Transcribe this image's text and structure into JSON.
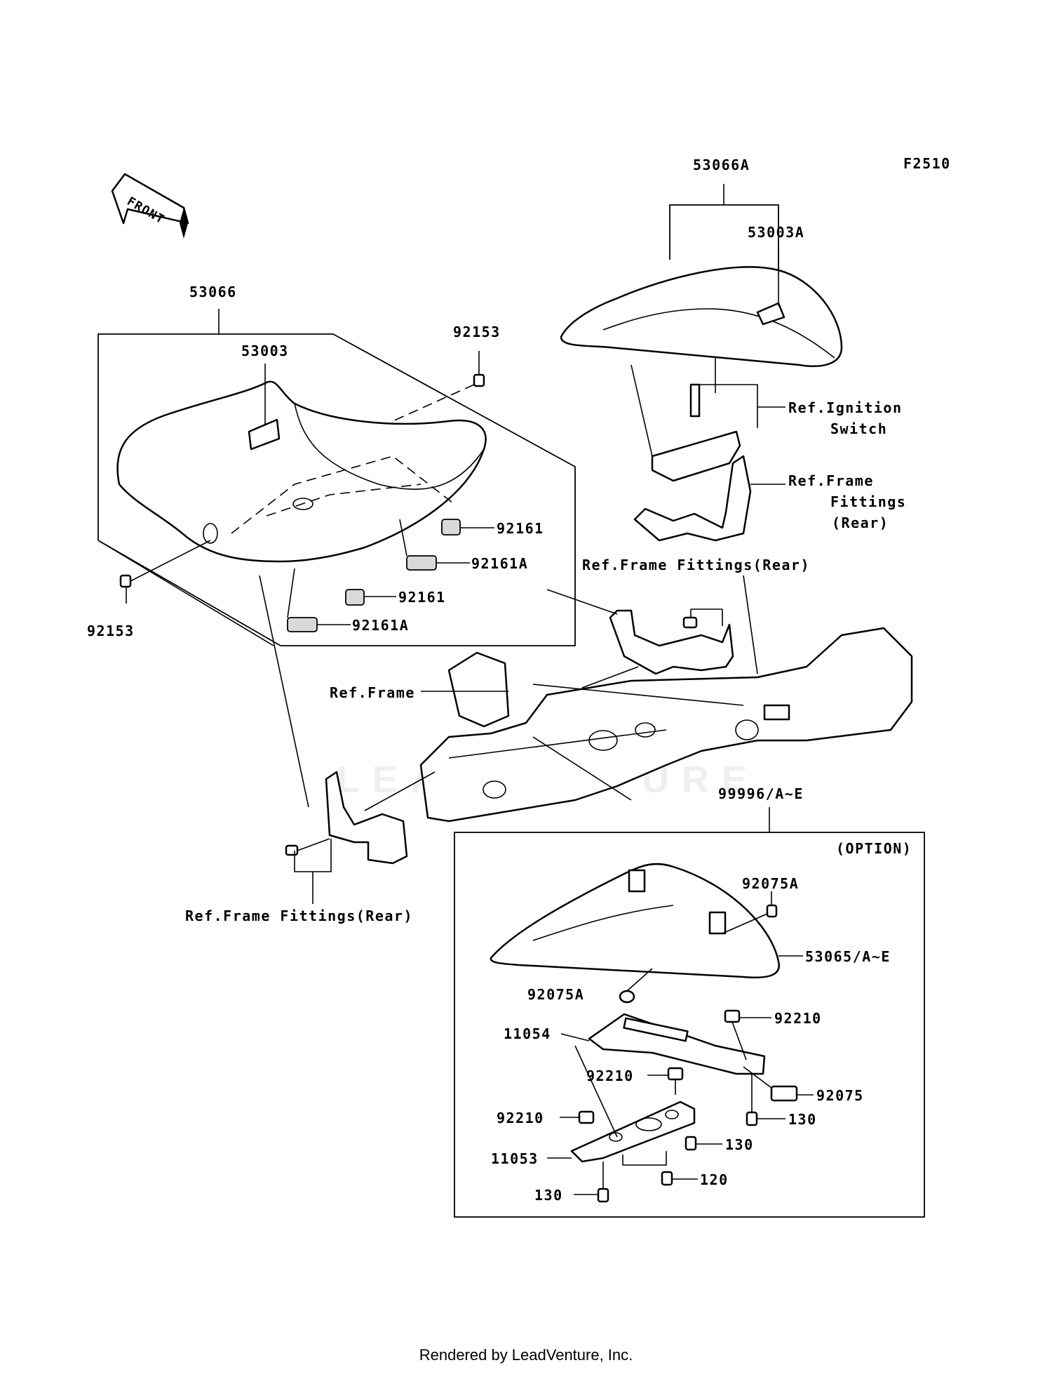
{
  "diagram_code": "F2510",
  "front_label": "FRONT",
  "labels": {
    "seat_front": "53066",
    "seat_front_cover": "53003",
    "bolt_left": "92153",
    "bolt_top": "92153",
    "damper_a": "92161",
    "damper_b": "92161A",
    "damper_c": "92161",
    "damper_d": "92161A",
    "seat_rear": "53066A",
    "seat_rear_cover": "53003A",
    "ref_ignition_1": "Ref.Ignition",
    "ref_ignition_2": "Switch",
    "ref_frame_fit_1": "Ref.Frame",
    "ref_frame_fit_2": "Fittings",
    "ref_frame_fit_3": "(Rear)",
    "ref_frame_fit_mid": "Ref.Frame Fittings(Rear)",
    "ref_frame": "Ref.Frame",
    "ref_frame_fit_low": "Ref.Frame Fittings(Rear)",
    "option_kit": "99996/A~E",
    "option": "(OPTION)",
    "cowl_bolt_top": "92075A",
    "cowl": "53065/A~E",
    "cowl_bolt_bottom": "92075A",
    "bracket_upper": "11054",
    "nut_upper": "92210",
    "nut_mid": "92210",
    "pad": "92075",
    "nut_lower": "92210",
    "bolt_130_a": "130",
    "bracket_lower": "11053",
    "bolt_130_b": "130",
    "bolt_120": "120",
    "bolt_130_c": "130"
  },
  "watermark": "LEADVENTURE",
  "footer": "Rendered by LeadVenture, Inc."
}
